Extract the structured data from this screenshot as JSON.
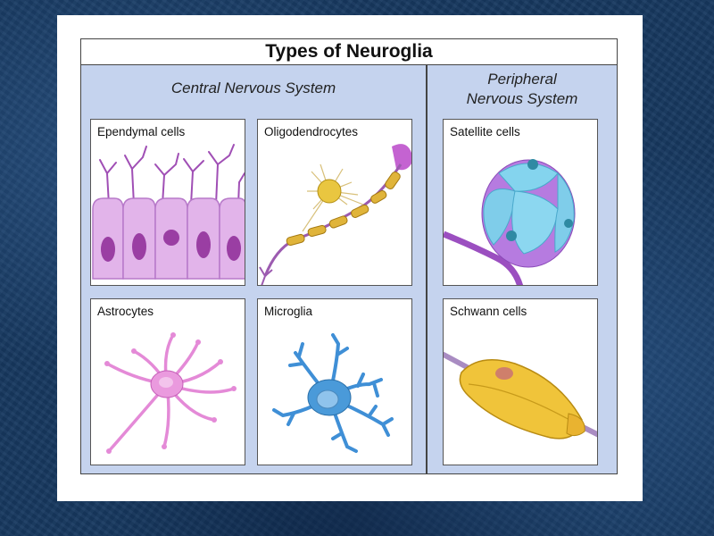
{
  "title": "Types of Neuroglia",
  "sections": {
    "cns": "Central Nervous System",
    "pns_line1": "Peripheral",
    "pns_line2": "Nervous System"
  },
  "panels": [
    {
      "label": "Ependymal cells",
      "icon": "ependymal-cells-illustration"
    },
    {
      "label": "Oligodendrocytes",
      "icon": "oligodendrocyte-illustration"
    },
    {
      "label": "Satellite cells",
      "icon": "satellite-cells-illustration"
    },
    {
      "label": "Astrocytes",
      "icon": "astrocyte-illustration"
    },
    {
      "label": "Microglia",
      "icon": "microglia-illustration"
    },
    {
      "label": "Schwann cells",
      "icon": "schwann-cell-illustration"
    }
  ],
  "colors": {
    "figure_background": "#c5d3ee",
    "ependymal": "#d9a5e0",
    "oligodendrocyte_sheath": "#e0b43a",
    "satellite": "#7fd0ea",
    "astrocyte": "#e48ad7",
    "microglia": "#3f8fd6",
    "schwann": "#f0c43a"
  }
}
